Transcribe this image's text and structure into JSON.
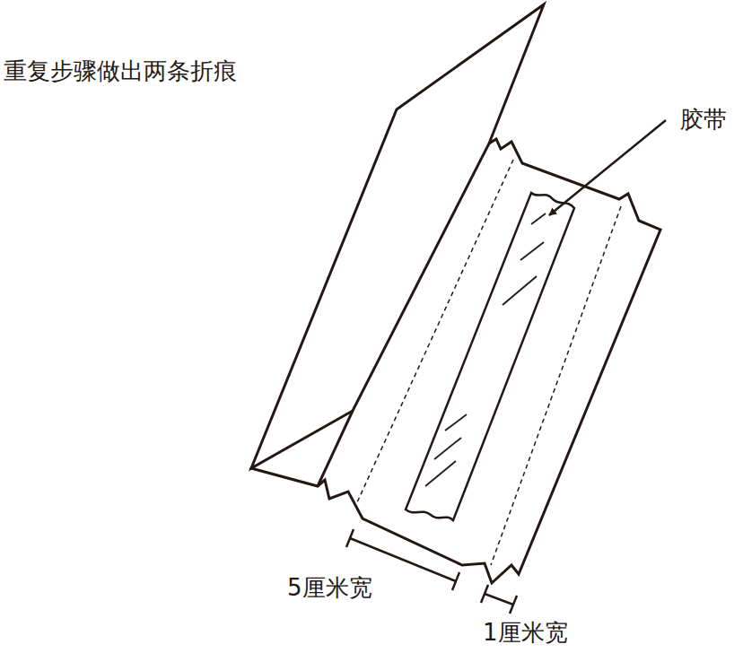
{
  "diagram": {
    "title": "重复步骤做出两条折痕",
    "labels": [
      "胶带",
      "5厘米宽",
      "1厘米宽"
    ]
  }
}
